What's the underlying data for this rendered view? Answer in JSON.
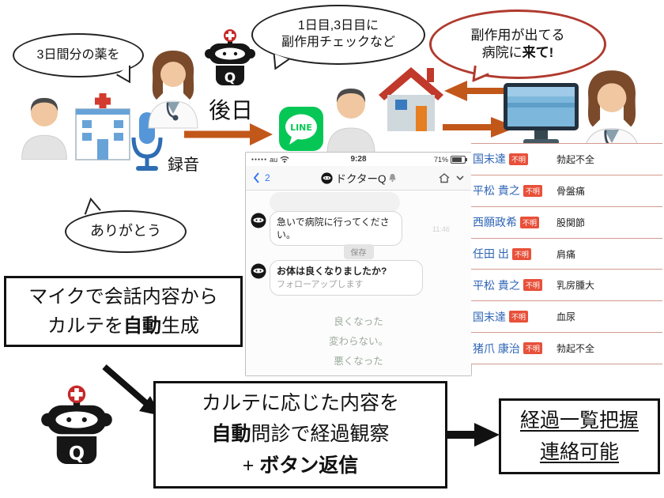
{
  "bubbles": {
    "meds": "3日間分の薬を",
    "thanks": "ありがとう",
    "check_l1": "1日目,3日目に",
    "check_l2": "副作用チェックなど",
    "come_l1": "副作用が出てる",
    "come_l2a": "病院に",
    "come_l2b": "来て!"
  },
  "labels": {
    "later": "後日",
    "recording": "録音"
  },
  "box_mic": {
    "l1": "マイクで会話内容から",
    "l2a": "カルテを",
    "l2b": "自動",
    "l2c": "生成"
  },
  "box_karte": {
    "l1": "カルテに応じた内容を",
    "l2a": "自動",
    "l2b": "問診で経過観察",
    "l3a": "+",
    "l3b": "ボタン返信"
  },
  "box_overview": {
    "l1": "経過一覧把握",
    "l2": "連絡可能"
  },
  "icons": {
    "line_label": "LINE",
    "robot_letter": "Q"
  },
  "phone": {
    "status": {
      "carrier": "au",
      "time": "9:28",
      "battery": "71%"
    },
    "nav": {
      "back_count": "2",
      "title": "ドクターQ"
    },
    "msg1": {
      "text": "急いで病院に行ってください。",
      "time": "11:46"
    },
    "save_tag": "保存",
    "msg2": {
      "title": "お体は良くなりましたか?",
      "sub": "フォローアップします"
    },
    "replies": [
      "良くなった",
      "変わらない。",
      "悪くなった"
    ]
  },
  "table": {
    "rows": [
      {
        "name": "国末達",
        "badge": "不明",
        "condition": "勃起不全"
      },
      {
        "name": "平松 貴之",
        "badge": "不明",
        "condition": "骨盤痛"
      },
      {
        "name": "西願政希",
        "badge": "不明",
        "condition": "股関節"
      },
      {
        "name": "任田 出",
        "badge": "不明",
        "condition": "肩痛"
      },
      {
        "name": "平松 貴之",
        "badge": "不明",
        "condition": "乳房腫大"
      },
      {
        "name": "国末達",
        "badge": "不明",
        "condition": "血尿"
      },
      {
        "name": "猪爪 康治",
        "badge": "不明",
        "condition": "勃起不全"
      }
    ]
  },
  "colors": {
    "arrow_orange": "#c2571a",
    "alert_red": "#b03a2e",
    "line_green": "#06c755",
    "badge_red": "#e8503a",
    "name_blue": "#2e64b5"
  }
}
